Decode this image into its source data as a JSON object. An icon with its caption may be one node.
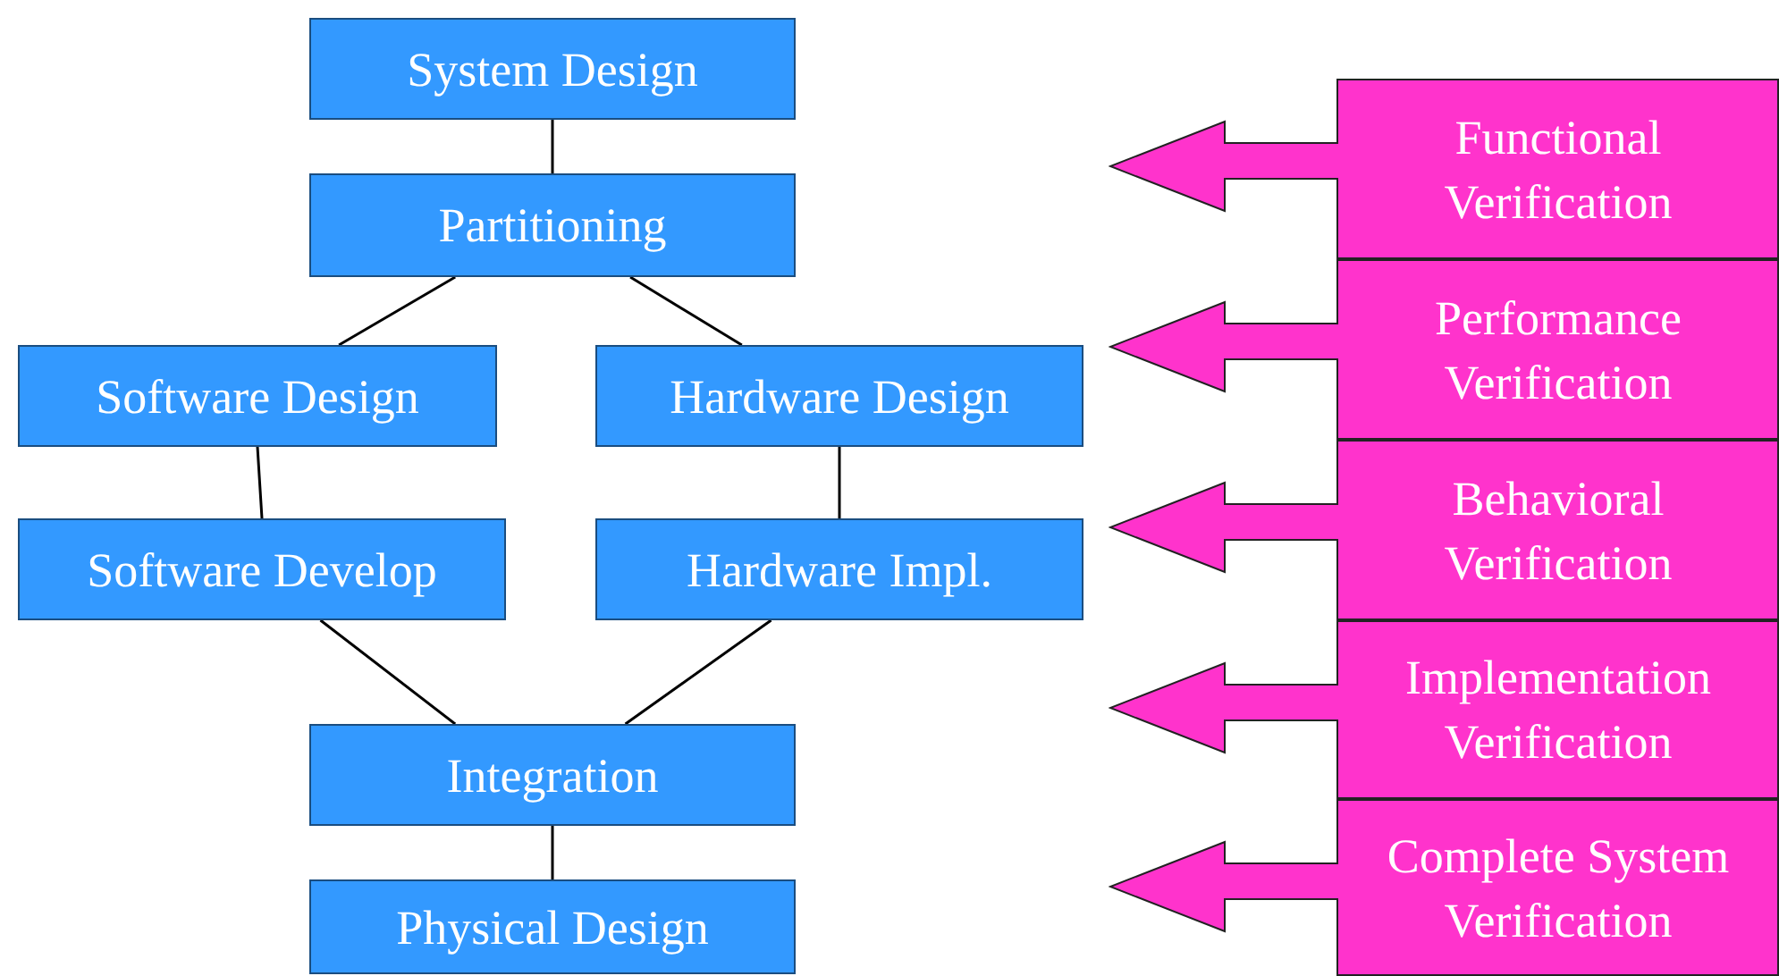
{
  "diagram": {
    "nodes": [
      {
        "text": [
          "System Design"
        ]
      },
      {
        "text": [
          "Partitioning"
        ]
      },
      {
        "text": [
          "Software Design"
        ]
      },
      {
        "text": [
          "Hardware Design"
        ]
      },
      {
        "text": [
          "Software Develop"
        ]
      },
      {
        "text": [
          "Hardware Impl."
        ]
      },
      {
        "text": [
          "Integration"
        ]
      },
      {
        "text": [
          "Physical Design"
        ]
      },
      {
        "text": [
          "Functional Verification"
        ]
      },
      {
        "text": [
          "Performance Verification"
        ]
      },
      {
        "text": [
          "Behavioral Verification"
        ]
      },
      {
        "text": [
          "Implementation Verification"
        ]
      },
      {
        "text": [
          "Complete System Verification"
        ]
      }
    ],
    "edges": [
      {
        "from": 0,
        "to": 1,
        "arrow": "none"
      },
      {
        "from": 1,
        "to": 2,
        "arrow": "none"
      },
      {
        "from": 1,
        "to": 3,
        "arrow": "none"
      },
      {
        "from": 2,
        "to": 4,
        "arrow": "none"
      },
      {
        "from": 3,
        "to": 5,
        "arrow": "none"
      },
      {
        "from": 4,
        "to": 6,
        "arrow": "none"
      },
      {
        "from": 5,
        "to": 6,
        "arrow": "none"
      },
      {
        "from": 6,
        "to": 7,
        "arrow": "none"
      }
    ]
  }
}
